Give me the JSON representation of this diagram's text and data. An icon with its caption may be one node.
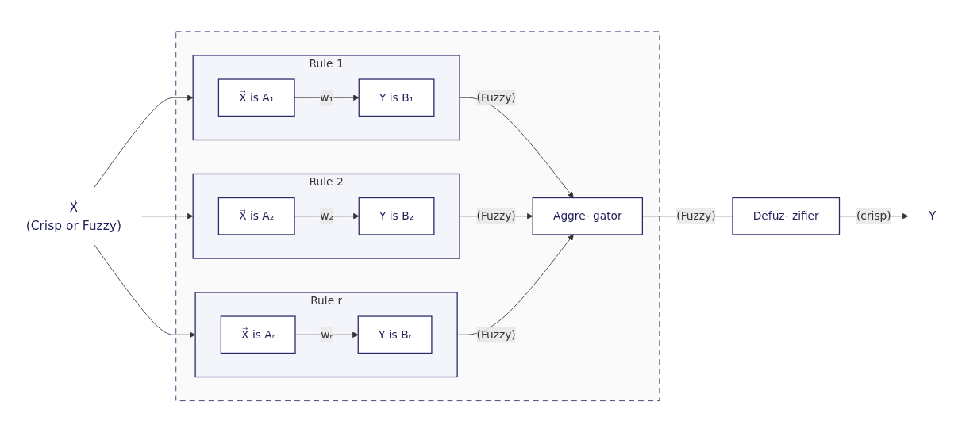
{
  "diagram": {
    "nodes": [
      {
        "text": [],
        "shape": "box"
      },
      {
        "text": [
          "Rule 1"
        ],
        "in": 0
      },
      {
        "text": [
          "X⃗ is A₁"
        ],
        "in": 1
      },
      {
        "text": [
          "Y is B₁"
        ],
        "in": 1
      },
      {
        "text": [
          "Rule 2"
        ],
        "in": 0
      },
      {
        "text": [
          "X⃗ is A₂"
        ],
        "in": 4
      },
      {
        "text": [
          "Y is B₂"
        ],
        "in": 4
      },
      {
        "text": [
          "Rule r"
        ],
        "in": 0
      },
      {
        "text": [
          "X⃗ is Aᵣ"
        ],
        "in": 7
      },
      {
        "text": [
          "Y is Bᵣ"
        ],
        "in": 7
      },
      {
        "text": [
          "Aggre- gator"
        ],
        "in": 0
      },
      {
        "text": [
          "Defuz- zifier"
        ]
      },
      {
        "text": [
          "X⃗"
        ],
        "beside": [
          "(Crisp or Fuzzy)"
        ]
      },
      {
        "text": [
          "Y"
        ]
      }
    ],
    "edges": [
      {
        "from": 12,
        "to": 1,
        "arrow": "to"
      },
      {
        "from": 12,
        "to": 4,
        "arrow": "to"
      },
      {
        "from": 12,
        "to": 7,
        "arrow": "to"
      },
      {
        "from": 2,
        "to": 3,
        "arrow": "to",
        "label": "w₁"
      },
      {
        "from": 5,
        "to": 6,
        "arrow": "to",
        "label": "w₂"
      },
      {
        "from": 8,
        "to": 9,
        "arrow": "to",
        "label": "wᵣ"
      },
      {
        "from": 1,
        "to": 10,
        "arrow": "to",
        "label": "(Fuzzy)"
      },
      {
        "from": 4,
        "to": 10,
        "arrow": "to",
        "label": "(Fuzzy)"
      },
      {
        "from": 7,
        "to": 10,
        "arrow": "to",
        "label": "(Fuzzy)"
      },
      {
        "from": 10,
        "to": 11,
        "arrow": "none",
        "label": "(Fuzzy)"
      },
      {
        "from": 11,
        "to": 13,
        "arrow": "to",
        "label": "(crisp)"
      }
    ]
  }
}
